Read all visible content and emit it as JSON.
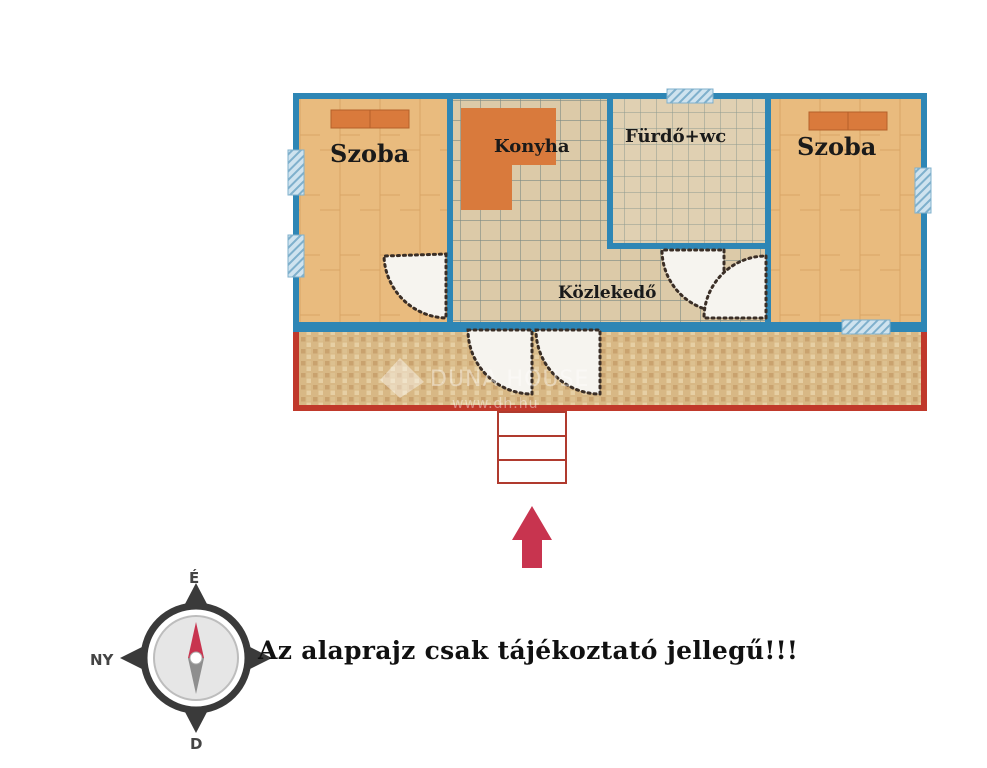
{
  "rooms": {
    "left_room": "Szoba",
    "kitchen": "Konyha",
    "bathroom": "Fürdő+wc",
    "right_room": "Szoba",
    "corridor": "Közlekedő"
  },
  "watermark": {
    "brand": "DUNA HOUSE",
    "url": "www.dh.hu"
  },
  "compass": {
    "north": "É",
    "west": "NY",
    "south": "D"
  },
  "disclaimer": "Az alaprajz csak tájékoztató jellegű!!!",
  "colors": {
    "wall": "#2e86b5",
    "terrace_wall": "#c0392b",
    "wood_floor": "#e8b879",
    "tile_floor": "#d9c7a6",
    "counter": "#d97a3c",
    "entrance_arrow": "#c8344f"
  }
}
